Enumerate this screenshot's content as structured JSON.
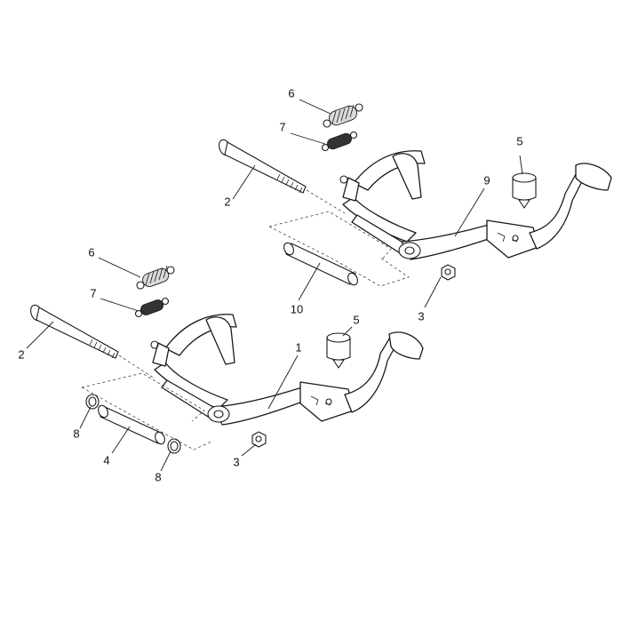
{
  "diagram": {
    "callouts": {
      "upper_spring_large": "6",
      "upper_spring_small": "7",
      "upper_bolt": "2",
      "upper_rubber_stop": "5",
      "upper_stand": "9",
      "spacer_tube": "10",
      "upper_nut": "3",
      "lower_spring_large": "6",
      "lower_spring_small": "7",
      "lower_bolt": "2",
      "lower_rubber_stop": "5",
      "lower_stand": "1",
      "lower_nut": "3",
      "washer_left": "8",
      "pivot_pin": "4",
      "washer_right": "8"
    }
  }
}
